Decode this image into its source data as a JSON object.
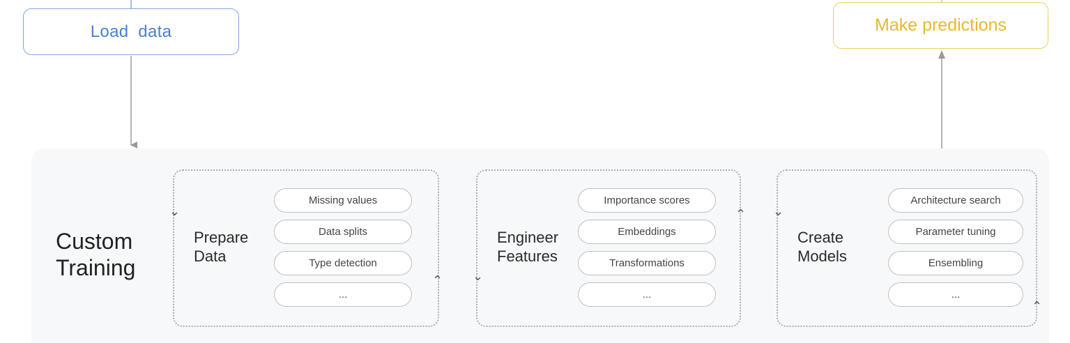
{
  "nodes": {
    "load_data": "Load  data",
    "make_predictions": "Make predictions"
  },
  "panel": {
    "title": "Custom\nTraining"
  },
  "stages": [
    {
      "label": "Prepare\nData",
      "items": [
        "Missing values",
        "Data splits",
        "Type detection",
        "..."
      ]
    },
    {
      "label": "Engineer\nFeatures",
      "items": [
        "Importance scores",
        "Embeddings",
        "Transformations",
        "..."
      ]
    },
    {
      "label": "Create\nModels",
      "items": [
        "Architecture search",
        "Parameter tuning",
        "Ensembling",
        "..."
      ]
    }
  ],
  "colors": {
    "load_data": "#4a7fd6",
    "make_predictions": "#e8b82e",
    "panel_bg": "#f7f8f9"
  },
  "icons": {
    "flow_down": "chevron-down",
    "flow_up": "chevron-up"
  }
}
